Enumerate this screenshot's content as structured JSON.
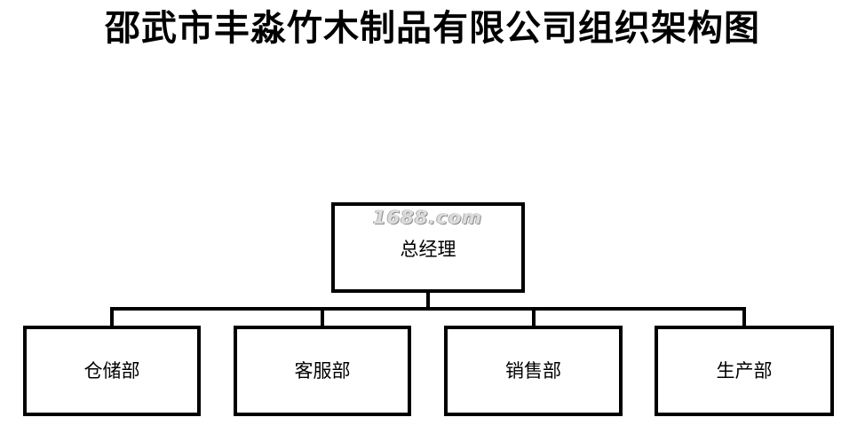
{
  "title": "邵武市丰淼竹木制品有限公司组织架构图",
  "watermark": "1688.com",
  "root": {
    "label": "总经理"
  },
  "departments": [
    {
      "label": "仓储部"
    },
    {
      "label": "客服部"
    },
    {
      "label": "销售部"
    },
    {
      "label": "生产部"
    }
  ]
}
